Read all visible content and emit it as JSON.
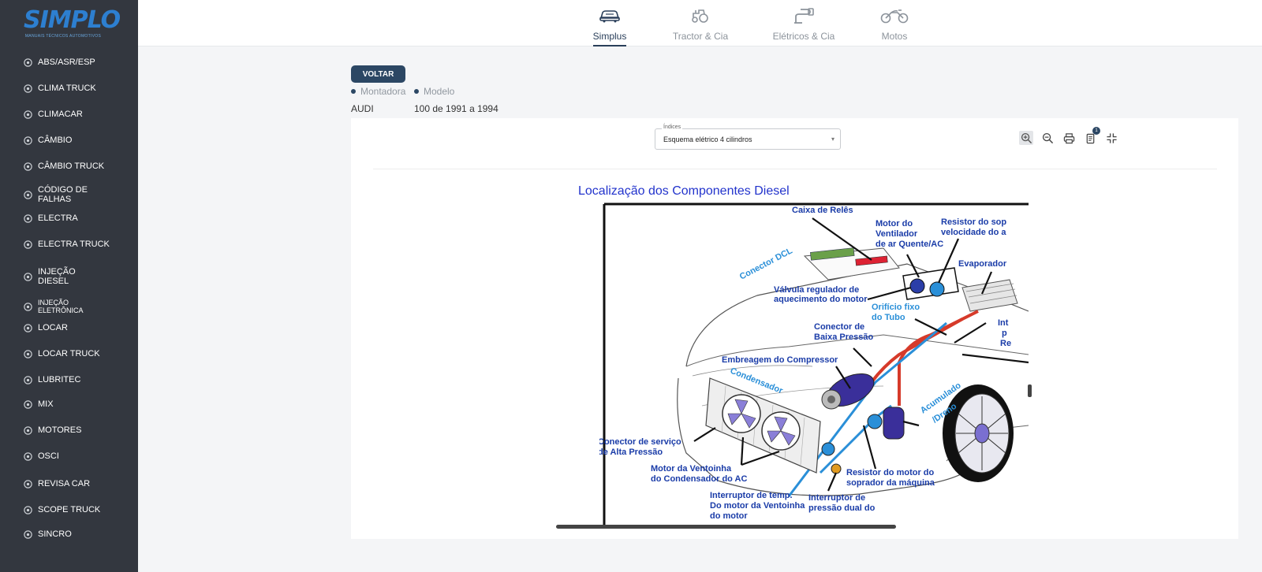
{
  "brand": {
    "name": "SIMPLO",
    "tagline": "MANUAIS TÉCNICOS AUTOMOTIVOS"
  },
  "sidebar": {
    "items": [
      {
        "label": "ABS/ASR/ESP",
        "icon": "brake-disc-icon"
      },
      {
        "label": "CLIMA TRUCK",
        "icon": "truck-icon"
      },
      {
        "label": "CLIMACAR",
        "icon": "fan-icon"
      },
      {
        "label": "CÂMBIO",
        "icon": "gearbox-icon"
      },
      {
        "label": "CÂMBIO TRUCK",
        "icon": "truck-gear-icon"
      },
      {
        "label": "CÓDIGO DE FALHAS",
        "icon": "no-entry-icon"
      },
      {
        "label": "ELECTRA",
        "icon": "car-plug-icon"
      },
      {
        "label": "ELECTRA TRUCK",
        "icon": "truck-plug-icon"
      },
      {
        "label": "INJEÇÃO DIESEL",
        "icon": "diesel-pump-icon"
      },
      {
        "label": "INJEÇÃO ELETRÔNICA",
        "icon": "injector-icon"
      },
      {
        "label": "LOCAR",
        "icon": "car-wrench-icon"
      },
      {
        "label": "LOCAR TRUCK",
        "icon": "truck-wrench-icon"
      },
      {
        "label": "LUBRITEC",
        "icon": "oil-can-icon"
      },
      {
        "label": "MIX",
        "icon": "mix-icon"
      },
      {
        "label": "MOTORES",
        "icon": "engine-icon"
      },
      {
        "label": "OSCI",
        "icon": "oscilloscope-icon"
      },
      {
        "label": "REVISA CAR",
        "icon": "car-check-icon"
      },
      {
        "label": "SCOPE TRUCK",
        "icon": "scope-icon"
      },
      {
        "label": "SINCRO",
        "icon": "sync-gear-icon"
      }
    ]
  },
  "tabs": [
    {
      "label": "Simplus",
      "icon": "car-icon",
      "active": true
    },
    {
      "label": "Tractor & Cia",
      "icon": "tractor-icon",
      "active": false
    },
    {
      "label": "Elétricos & Cia",
      "icon": "charger-icon",
      "active": false
    },
    {
      "label": "Motos",
      "icon": "motorcycle-icon",
      "active": false
    }
  ],
  "back_button": "VOLTAR",
  "breadcrumb": {
    "manufacturer_label": "Montadora",
    "model_label": "Modelo"
  },
  "selection": {
    "manufacturer": "AUDI",
    "model": "100 de 1991 a 1994"
  },
  "index_select": {
    "legend": "Índices",
    "value": "Esquema elétrico 4 cilindros"
  },
  "toolbar": {
    "badge_count": "1",
    "icons": [
      "zoom-in-icon",
      "zoom-out-icon",
      "print-icon",
      "pages-icon",
      "collapse-icon"
    ]
  },
  "diagram": {
    "title": "Localização dos Componentes Diesel",
    "labels": {
      "caixa_reles": "Caixa de Relês",
      "motor_ventilador_1": "Motor do",
      "motor_ventilador_2": "Ventilador",
      "motor_ventilador_3": "de ar Quente/AC",
      "resistor_sop_1": "Resistor do sop",
      "resistor_sop_2": "velocidade do a",
      "conector_dcl": "Conector DCL",
      "evaporador": "Evaporador",
      "valvula_1": "Válvula regulador de",
      "valvula_2": "aquecimento do motor",
      "orificio_1": "Orifício  fixo",
      "orificio_2": "do Tubo",
      "int_1": "Int",
      "int_2": "p",
      "int_3": "Re",
      "conector_baixa_1": "Conector de",
      "conector_baixa_2": "Baixa Pressão",
      "embreagem": "Embreagem do Compressor",
      "condensador": "Condensador",
      "acumulado_1": "Acumulado",
      "acumulado_2": "/Dreno",
      "conector_alta_1": "Conector de serviço",
      "conector_alta_2": "de Alta Pressão",
      "motor_vent_cond_1": "Motor da Ventoinha",
      "motor_vent_cond_2": "do Condensador do AC",
      "resistor_motor_1": "Resistor do motor do",
      "resistor_motor_2": "soprador da máquina",
      "interruptor_temp_1": "Interruptor de temp.",
      "interruptor_temp_2": "Do motor da Ventoinha",
      "interruptor_temp_3": "do motor",
      "interruptor_pressao_1": "Interruptor de",
      "interruptor_pressao_2": "pressão dual do"
    }
  }
}
